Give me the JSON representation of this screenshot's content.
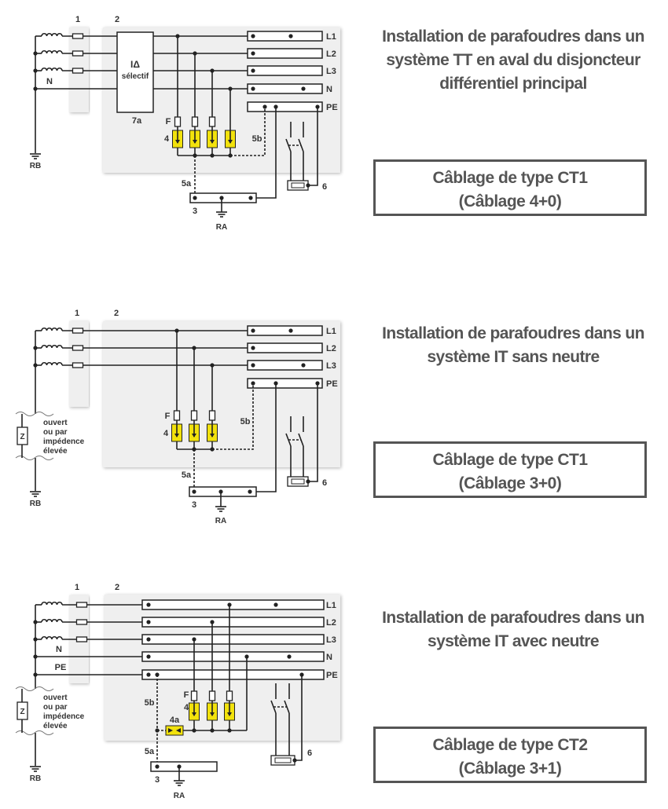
{
  "sections": [
    {
      "title_lines": [
        "Installation de parafoudres dans un",
        "système TT en aval du disjoncteur",
        "différentiel principal"
      ],
      "wiring_box": {
        "line1": "Câblage de type CT1",
        "line2": "(Câblage 4+0)"
      },
      "labels": {
        "n1": "1",
        "n2": "2",
        "rb": "RB",
        "ra": "RA",
        "n3": "3",
        "n6": "6",
        "f": "F",
        "n4": "4",
        "l5a": "5a",
        "l5b": "5b",
        "n": "N",
        "l7a": "7a",
        "idelta": "IΔ",
        "selectif": "sélectif",
        "bars": [
          "L1",
          "L2",
          "L3",
          "N",
          "PE"
        ]
      }
    },
    {
      "title_lines": [
        "Installation de parafoudres dans un",
        "système IT sans neutre"
      ],
      "wiring_box": {
        "line1": "Câblage de type CT1",
        "line2": "(Câblage 3+0)"
      },
      "labels": {
        "n1": "1",
        "n2": "2",
        "rb": "RB",
        "ra": "RA",
        "n3": "3",
        "n6": "6",
        "f": "F",
        "n4": "4",
        "l5a": "5a",
        "l5b": "5b",
        "z": "Z",
        "note": [
          "ouvert",
          "ou par",
          "impédence",
          "élevée"
        ],
        "bars": [
          "L1",
          "L2",
          "L3",
          "PE"
        ]
      }
    },
    {
      "title_lines": [
        "Installation de parafoudres dans un",
        "système IT avec neutre"
      ],
      "wiring_box": {
        "line1": "Câblage de type CT2",
        "line2": "(Câblage 3+1)"
      },
      "labels": {
        "n1": "1",
        "n2": "2",
        "rb": "RB",
        "ra": "RA",
        "n3": "3",
        "n6": "6",
        "f": "F",
        "n4": "4",
        "l4a": "4a",
        "l5a": "5a",
        "l5b": "5b",
        "n": "N",
        "pe": "PE",
        "z": "Z",
        "note": [
          "ouvert",
          "ou par",
          "impédence",
          "élevée"
        ],
        "bars": [
          "L1",
          "L2",
          "L3",
          "N",
          "PE"
        ]
      }
    }
  ],
  "colors": {
    "wire": "#222222",
    "spd": "#f2e20c",
    "panel": "#efefef",
    "text": "#555555"
  }
}
